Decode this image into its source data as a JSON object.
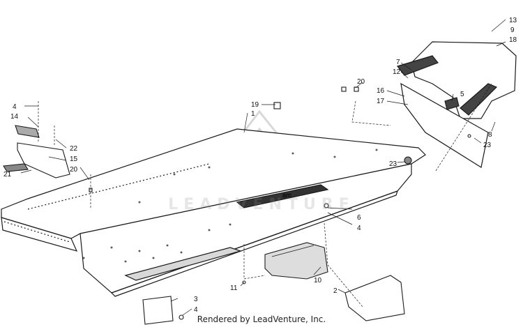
{
  "diagram": {
    "watermark_text": "LEADVENTURE",
    "footer": "Rendered by LeadVenture, Inc.",
    "callouts": [
      "13",
      "9",
      "18",
      "7",
      "12",
      "20",
      "16",
      "17",
      "5",
      "8",
      "23",
      "19",
      "1",
      "4",
      "14",
      "22",
      "15",
      "20",
      "21",
      "23",
      "6",
      "4",
      "10",
      "11",
      "2",
      "3",
      "4"
    ]
  },
  "colors": {
    "line": "#1a1a1a",
    "watermark": "#c8c8c8"
  }
}
